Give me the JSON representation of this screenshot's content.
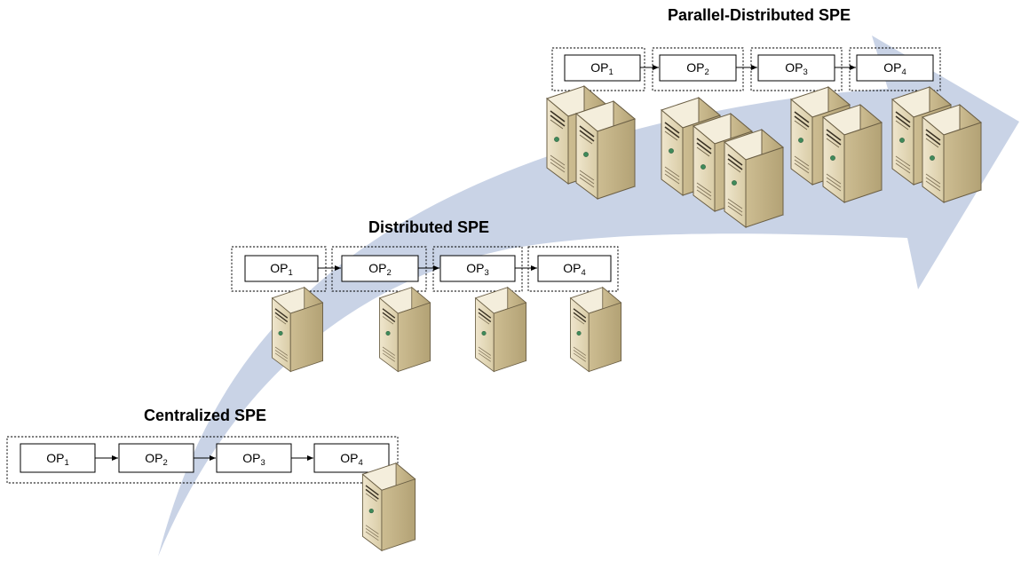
{
  "colors": {
    "arrow": "#c9d3e6",
    "server_front": "#e6dcc0",
    "server_side": "#c9b98e",
    "server_top": "#f4eedc",
    "server_outline": "#6b5f45",
    "server_led": "#3f8a5a"
  },
  "icon": "server-tower-icon",
  "stages": [
    {
      "title": "Parallel-Distributed SPE",
      "operators": [
        {
          "base": "OP",
          "sub": "1",
          "servers": 2
        },
        {
          "base": "OP",
          "sub": "2",
          "servers": 3
        },
        {
          "base": "OP",
          "sub": "3",
          "servers": 2
        },
        {
          "base": "OP",
          "sub": "4",
          "servers": 2
        }
      ]
    },
    {
      "title": "Distributed SPE",
      "operators": [
        {
          "base": "OP",
          "sub": "1",
          "servers": 1
        },
        {
          "base": "OP",
          "sub": "2",
          "servers": 1
        },
        {
          "base": "OP",
          "sub": "3",
          "servers": 1
        },
        {
          "base": "OP",
          "sub": "4",
          "servers": 1
        }
      ]
    },
    {
      "title": "Centralized SPE",
      "operators": [
        {
          "base": "OP",
          "sub": "1"
        },
        {
          "base": "OP",
          "sub": "2"
        },
        {
          "base": "OP",
          "sub": "3"
        },
        {
          "base": "OP",
          "sub": "4"
        }
      ],
      "servers": 1
    }
  ]
}
